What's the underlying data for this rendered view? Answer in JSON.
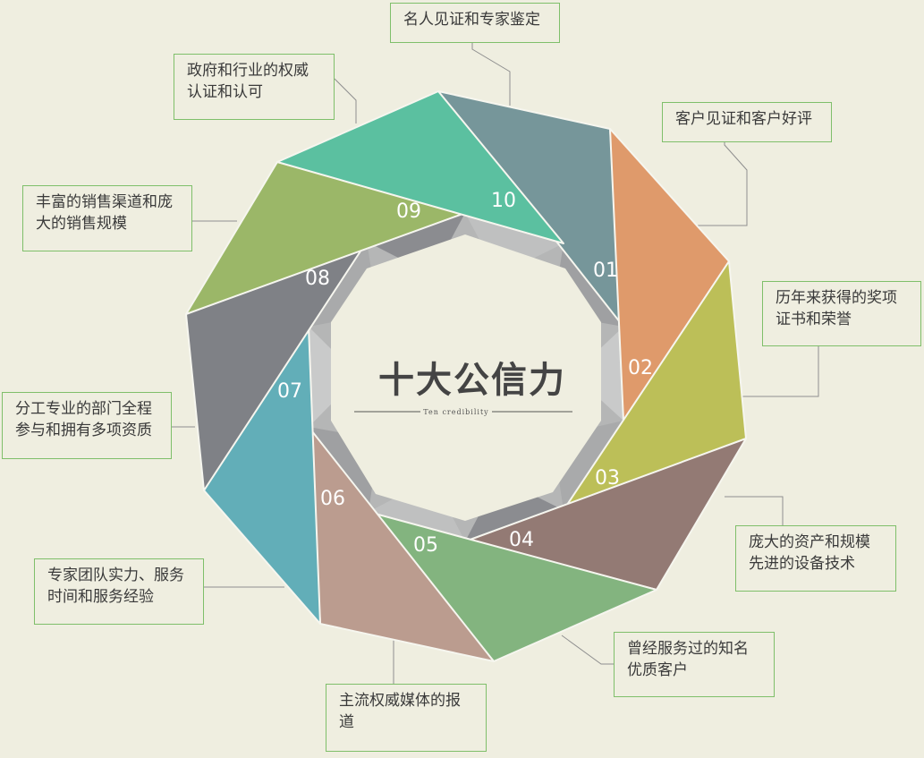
{
  "center": {
    "title": "十大公信力",
    "subtitle": "Ten credibility"
  },
  "segments": [
    {
      "number": "01",
      "color": "#76969a"
    },
    {
      "number": "02",
      "color": "#df9a6b"
    },
    {
      "number": "03",
      "color": "#bcbf58"
    },
    {
      "number": "04",
      "color": "#937a74"
    },
    {
      "number": "05",
      "color": "#83b47f"
    },
    {
      "number": "06",
      "color": "#bb9c8f"
    },
    {
      "number": "07",
      "color": "#62aeb8"
    },
    {
      "number": "08",
      "color": "#7f8186"
    },
    {
      "number": "09",
      "color": "#9bb768"
    },
    {
      "number": "10",
      "color": "#5bc0a0"
    }
  ],
  "labels": [
    {
      "lines": [
        "名人见证和专家鉴定"
      ]
    },
    {
      "lines": [
        "客户见证和客户好评"
      ]
    },
    {
      "lines": [
        "历年来获得的奖项",
        "证书和荣誉"
      ]
    },
    {
      "lines": [
        "庞大的资产和规模",
        "先进的设备技术"
      ]
    },
    {
      "lines": [
        "曾经服务过的知名",
        "优质客户"
      ]
    },
    {
      "lines": [
        "主流权威媒体的报",
        "道"
      ]
    },
    {
      "lines": [
        "专家团队实力、服务",
        "时间和服务经验"
      ]
    },
    {
      "lines": [
        "分工专业的部门全程",
        "参与和拥有多项资质"
      ]
    },
    {
      "lines": [
        "丰富的销售渠道和庞",
        "大的销售规模"
      ]
    },
    {
      "lines": [
        "政府和行业的权威",
        "认证和认可"
      ]
    }
  ]
}
